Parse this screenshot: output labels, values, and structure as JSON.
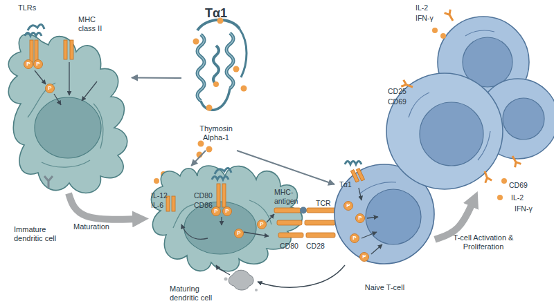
{
  "diagram": {
    "nodes": [
      {
        "text": [
          "Immature dendritic cell"
        ]
      },
      {
        "text": [
          "Tα1",
          "Thymosin Alpha-1"
        ]
      },
      {
        "text": [
          "Maturing dendritic cell"
        ]
      },
      {
        "text": [
          "Naive T-cell"
        ]
      },
      {
        "text": [
          "IL-2",
          "IFN-γ",
          "CD25",
          "CD69",
          "CD69",
          "IL-2",
          "IFN-γ"
        ]
      }
    ],
    "edges": [
      {
        "from": 1,
        "to": 0,
        "arrow": "to"
      },
      {
        "from": 1,
        "to": 2,
        "arrow": "to"
      },
      {
        "from": 1,
        "to": 3,
        "arrow": "to"
      },
      {
        "from": 0,
        "to": 2,
        "label": "Maturation",
        "arrow": "to"
      },
      {
        "from": 3,
        "to": 4,
        "label": "T-cell Activation & Proliferation",
        "arrow": "to"
      }
    ],
    "labels": [
      "TLRs",
      "MHC class II",
      "P",
      "P",
      "P",
      "IL-12",
      "CD80",
      "IL-6",
      "CD86",
      "P",
      "P",
      "P",
      "P",
      "MHC-antigen",
      "TCR",
      "Tα1",
      "P",
      "P",
      "P",
      "P",
      "CD80",
      "CD28"
    ]
  }
}
